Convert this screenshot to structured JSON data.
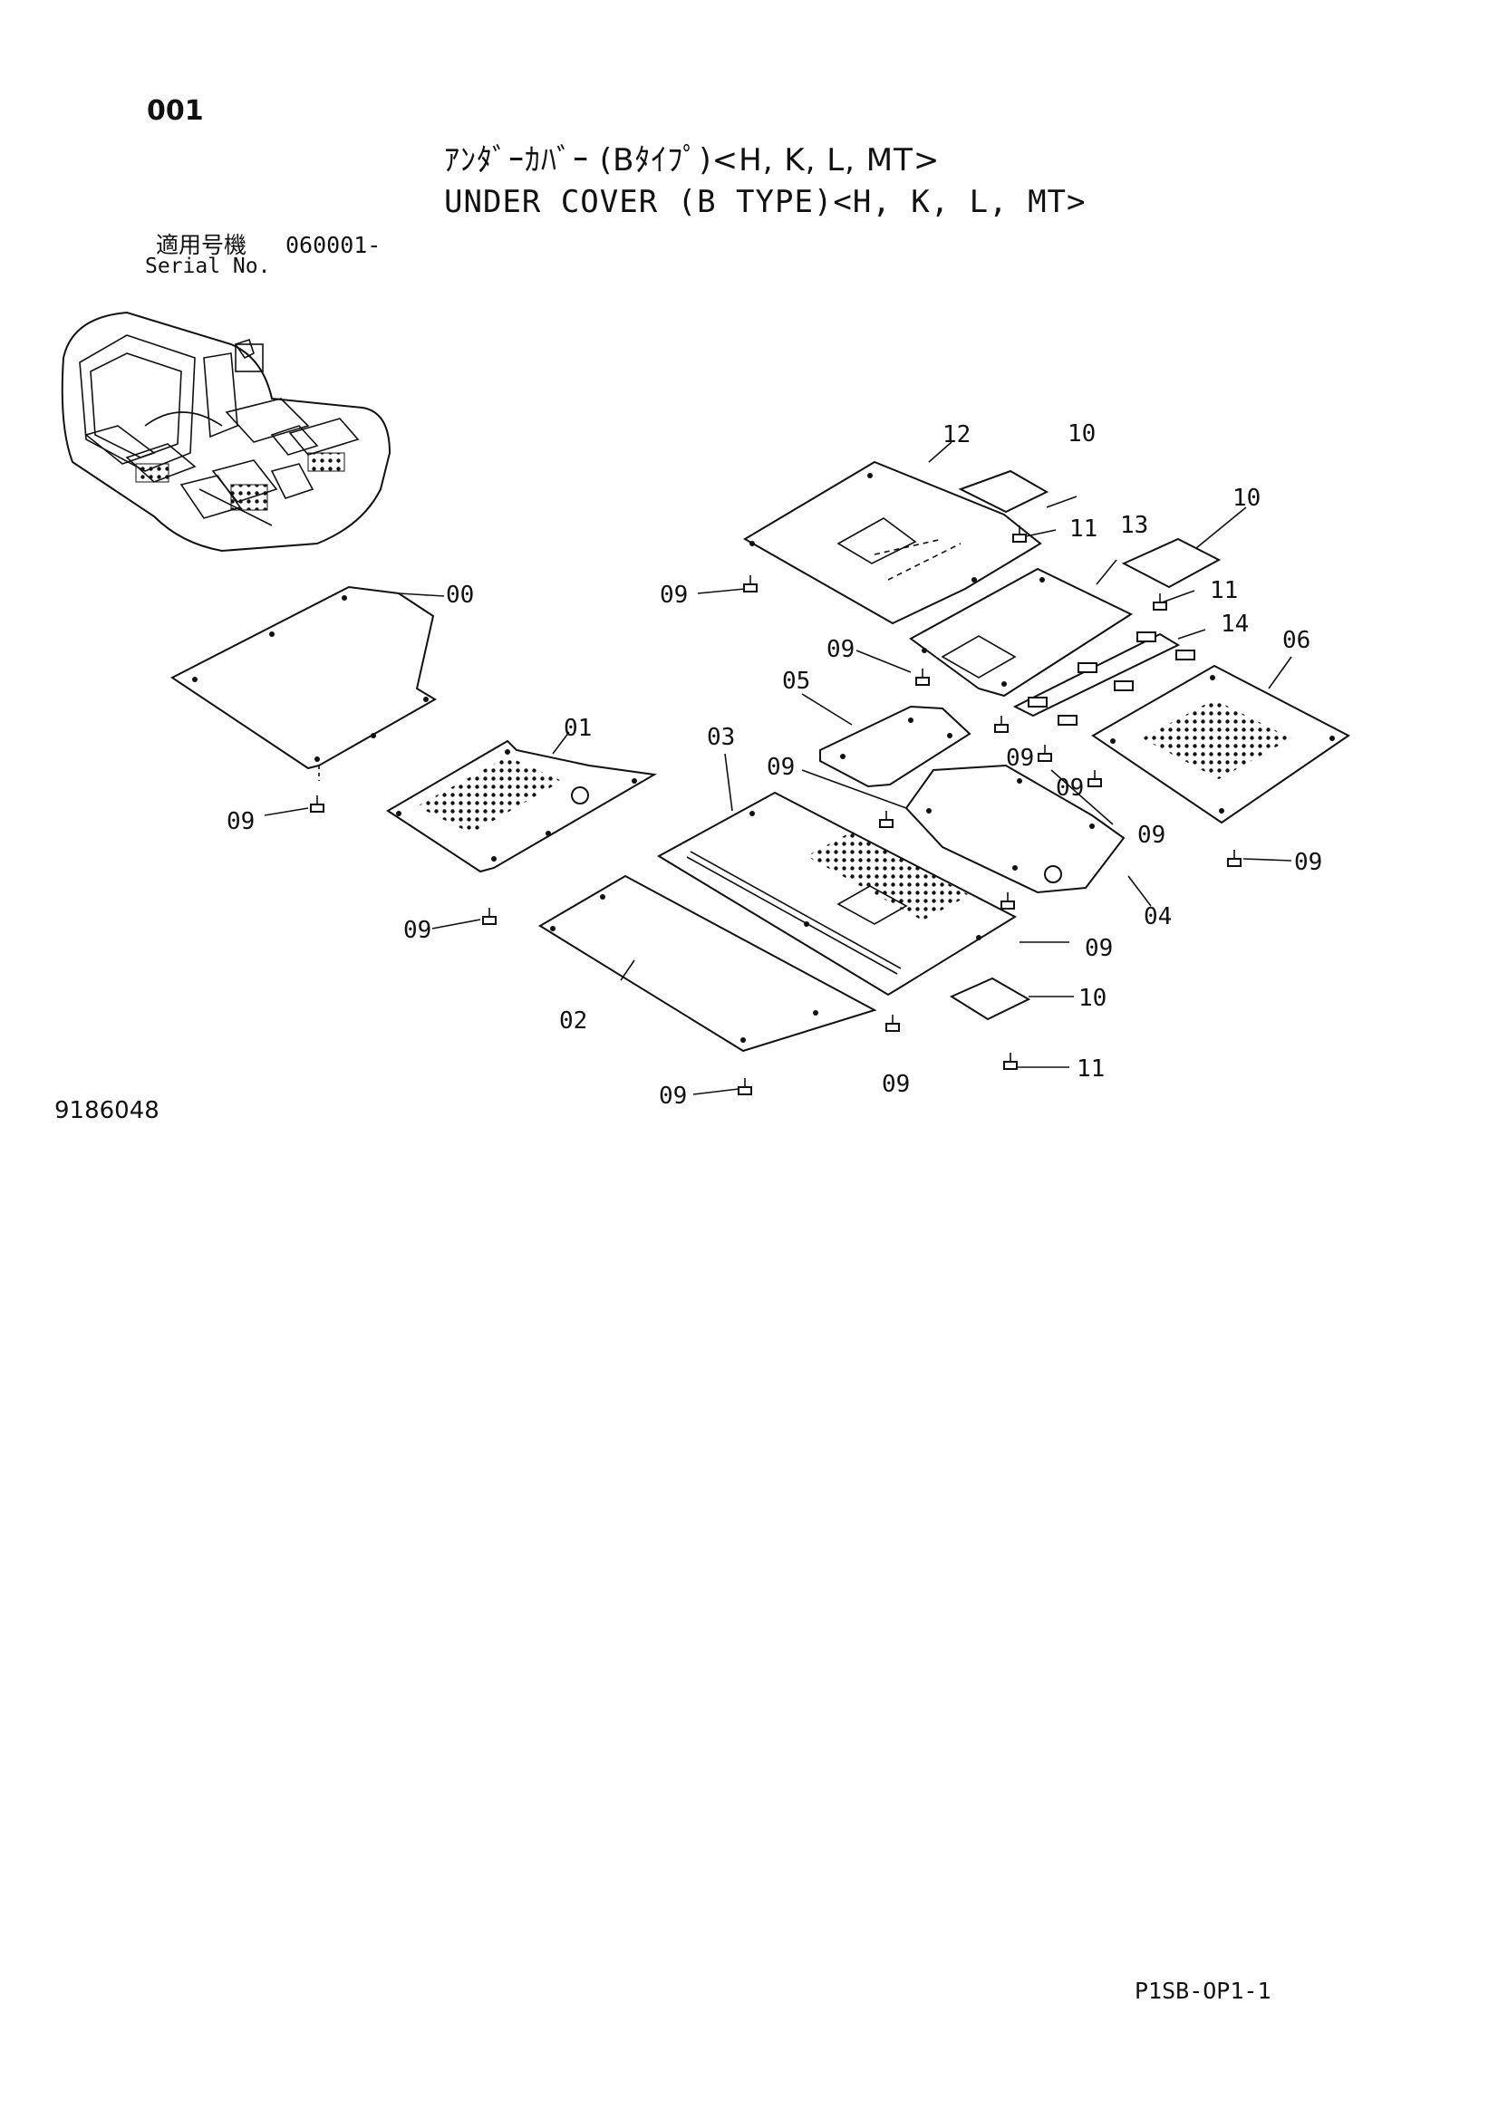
{
  "header": {
    "page_number": "001",
    "title_jp": "ｱﾝﾀﾞｰｶﾊﾞｰ (Bﾀｲﾌﾟ)<H, K, L, MT>",
    "title_en": "UNDER COVER (B TYPE)<H, K, L, MT>",
    "serial_label_jp": "適用号機",
    "serial_from": "060001-",
    "serial_label_en": "Serial No."
  },
  "footer": {
    "drawing_id": "9186048",
    "sheet_code": "P1SB-OP1-1"
  },
  "diagram": {
    "part_callouts": [
      "00",
      "01",
      "02",
      "03",
      "04",
      "05",
      "06",
      "09",
      "10",
      "11",
      "12",
      "13",
      "14"
    ],
    "callout_labels": {
      "c00": "00",
      "c01": "01",
      "c02": "02",
      "c03": "03",
      "c04": "04",
      "c05": "05",
      "c06": "06",
      "c12": "12",
      "c13": "13",
      "c14": "14",
      "c09a": "09",
      "c09b": "09",
      "c09c": "09",
      "c09d": "09",
      "c09e": "09",
      "c09f": "09",
      "c09g": "09",
      "c09h": "09",
      "c09i": "09",
      "c09j": "09",
      "c09k": "09",
      "c09l": "09",
      "c10a": "10",
      "c10b": "10",
      "c10c": "10",
      "c11a": "11",
      "c11b": "11",
      "c11c": "11"
    }
  }
}
